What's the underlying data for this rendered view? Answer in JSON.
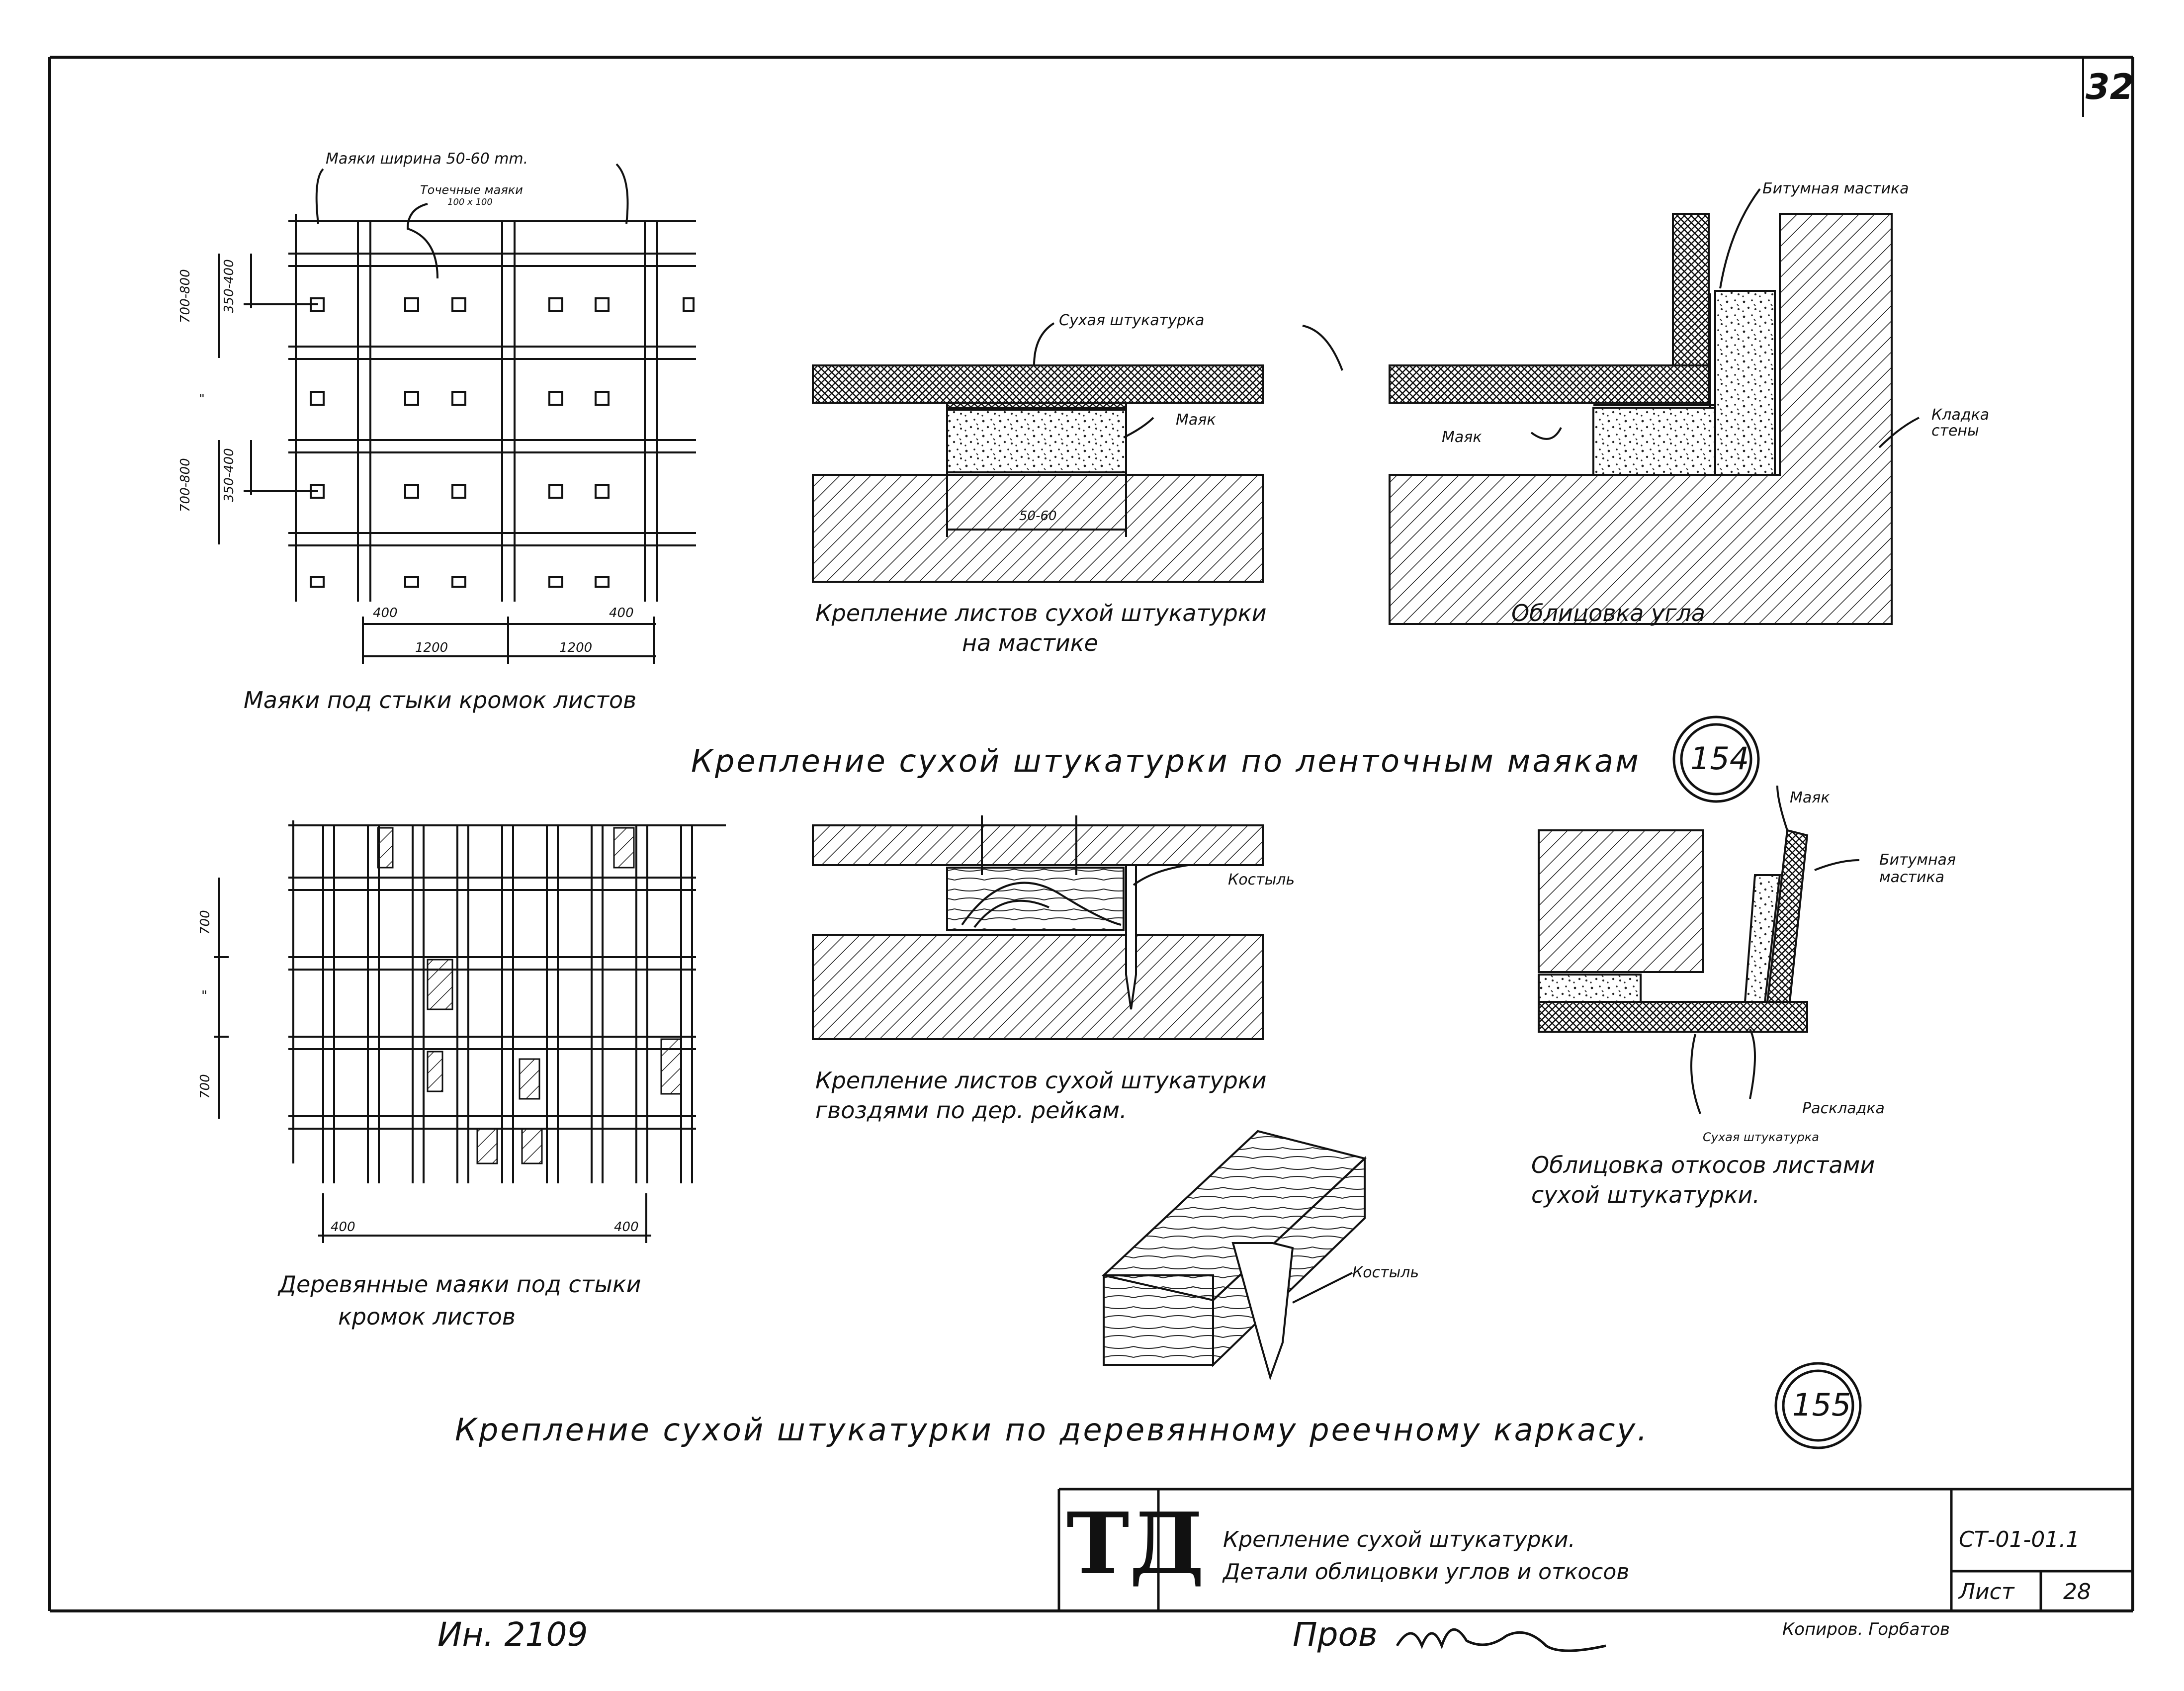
{
  "sheet": {
    "page_number": "32",
    "stamp_left": "Ин. 2109",
    "stamp_middle": "Пров",
    "stamp_right": "Копиров. Горбатов"
  },
  "group_154": {
    "number": "154",
    "title": "Крепление сухой штукатурки по ленточным маякам",
    "plan": {
      "caption": "Маяки под стыки кромок листов",
      "label_beacons_width": "Маяки ширина 50-60 mm.",
      "label_point_beacons": "Точечные маяки",
      "label_point_size": "100 x 100",
      "dim_700_800_top": "700-800",
      "dim_350_400_top": "350-400",
      "dim_ditto": "\"",
      "dim_700_800_bottom": "700-800",
      "dim_350_400_bottom": "350-400",
      "dim_400_left": "400",
      "dim_400_right": "400",
      "dim_1200_left": "1200",
      "dim_1200_right": "1200"
    },
    "section_mastic": {
      "caption_line1": "Крепление листов сухой штукатурки",
      "caption_line2": "на мастике",
      "label_dry_plaster": "Сухая штукатурка",
      "label_beacon": "Маяк",
      "dim_width": "50-60"
    },
    "section_corner": {
      "caption": "Облицовка угла",
      "label_bitumen": "Битумная мастика",
      "label_beacon": "Маяк",
      "label_masonry_line1": "Кладка",
      "label_masonry_line2": "стены"
    }
  },
  "group_155": {
    "number": "155",
    "title": "Крепление сухой штукатурки по деревянному реечному каркасу.",
    "plan": {
      "caption_line1": "Деревянные маяки под стыки",
      "caption_line2": "кромок листов",
      "dim_700_top": "700",
      "dim_ditto": "\"",
      "dim_700_bottom": "700",
      "dim_400_left": "400",
      "dim_400_right": "400"
    },
    "section_nails": {
      "caption_line1": "Крепление листов сухой штукатурки",
      "caption_line2": "гвоздями по дер. рейкам.",
      "label_spike": "Костыль"
    },
    "section_reveal": {
      "caption_line1": "Облицовка откосов листами",
      "caption_line2": "сухой штукатурки.",
      "label_beacon": "Маяк",
      "label_bitumen_line1": "Битумная",
      "label_bitumen_line2": "мастика",
      "label_strip": "Раскладка",
      "label_dry_plaster": "Сухая штукатурка"
    },
    "isometric": {
      "label_spike": "Костыль"
    }
  },
  "title_block": {
    "logo": "ТД",
    "title_line1": "Крепление сухой штукатурки.",
    "title_line2": "Детали облицовки углов и откосов",
    "code": "СТ-01-01.1",
    "sheet_label": "Лист",
    "sheet_number": "28"
  }
}
